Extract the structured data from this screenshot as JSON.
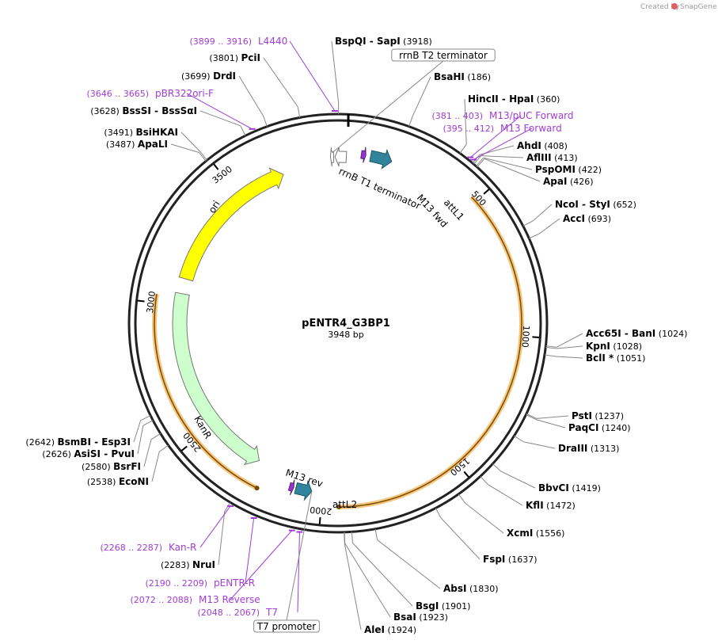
{
  "credit": {
    "text": "Created by",
    "brand": "SnapGene"
  },
  "plasmid": {
    "name": "pENTR4_G3BP1",
    "length_label": "3948 bp",
    "length": 3948
  },
  "ticks": [
    {
      "bp": 500,
      "label": "500"
    },
    {
      "bp": 1000,
      "label": "1000"
    },
    {
      "bp": 1500,
      "label": "1500"
    },
    {
      "bp": 2000,
      "label": "2000"
    },
    {
      "bp": 2500,
      "label": "2500"
    },
    {
      "bp": 3000,
      "label": "3000"
    },
    {
      "bp": 3500,
      "label": "3500"
    }
  ],
  "features": [
    {
      "name": "ori",
      "label": "ori",
      "start": 3107,
      "end": 3695,
      "direction": "cw",
      "color": "#ffff00",
      "stroke": "#777777"
    },
    {
      "name": "kanr",
      "label": "KanR",
      "start": 2270,
      "end": 3047,
      "direction": "ccw",
      "color": "#ccffcc",
      "stroke": "#777777"
    },
    {
      "name": "attl1",
      "label": "attL1",
      "start": 90,
      "end": 170,
      "direction": "cw",
      "color": "#31849b",
      "stroke": "#1d5866"
    },
    {
      "name": "attl2",
      "label": "attL2",
      "start": 2040,
      "end": 2100,
      "direction": "ccw",
      "color": "#31849b",
      "stroke": "#1d5866"
    },
    {
      "name": "m13-fwd",
      "label": "M13 fwd",
      "start": 55,
      "end": 72,
      "direction": "cw",
      "color": "#9933cc",
      "stroke": "#5d1f7c"
    },
    {
      "name": "m13-rev",
      "label": "M13 rev",
      "start": 2108,
      "end": 2124,
      "direction": "ccw",
      "color": "#9933cc",
      "stroke": "#5d1f7c"
    },
    {
      "name": "rrnb-t1",
      "label": "rrnB T1 terminator",
      "start": 3905,
      "end": 3948,
      "direction": "ccw",
      "color": "#ffffff",
      "stroke": "#777777"
    },
    {
      "name": "rrnb-t2",
      "label": "rrnB T2 terminator",
      "start": 3888,
      "end": 3900,
      "direction": "ccw",
      "color": "#ffffff",
      "stroke": "#777777"
    }
  ],
  "orf_arcs": [
    {
      "start": 480,
      "end": 1940,
      "direction": "cw"
    },
    {
      "start": 2230,
      "end": 3030,
      "direction": "ccw"
    }
  ],
  "right_sites": [
    {
      "name": "HincII",
      "name2": "HpaI",
      "pos": "(360)",
      "bp": 360
    },
    {
      "name": "AhdI",
      "name2": "",
      "pos": "(408)",
      "bp": 408
    },
    {
      "name": "AflIII",
      "name2": "",
      "pos": "(413)",
      "bp": 413
    },
    {
      "name": "PspOMI",
      "name2": "",
      "pos": "(422)",
      "bp": 422
    },
    {
      "name": "ApaI",
      "name2": "",
      "pos": "(426)",
      "bp": 426
    },
    {
      "name": "NcoI",
      "name2": "StyI",
      "pos": "(652)",
      "bp": 652
    },
    {
      "name": "AccI",
      "name2": "",
      "pos": "(693)",
      "bp": 693
    },
    {
      "name": "Acc65I",
      "name2": "BanI",
      "pos": "(1024)",
      "bp": 1024
    },
    {
      "name": "KpnI",
      "name2": "",
      "pos": "(1028)",
      "bp": 1028
    },
    {
      "name": "BclI *",
      "name2": "",
      "pos": "(1051)",
      "bp": 1051
    },
    {
      "name": "PstI",
      "name2": "",
      "pos": "(1237)",
      "bp": 1237
    },
    {
      "name": "PaqCI",
      "name2": "",
      "pos": "(1240)",
      "bp": 1240
    },
    {
      "name": "DraIII",
      "name2": "",
      "pos": "(1313)",
      "bp": 1313
    },
    {
      "name": "BbvCI",
      "name2": "",
      "pos": "(1419)",
      "bp": 1419
    },
    {
      "name": "KflI",
      "name2": "",
      "pos": "(1472)",
      "bp": 1472
    },
    {
      "name": "XcmI",
      "name2": "",
      "pos": "(1556)",
      "bp": 1556
    },
    {
      "name": "FspI",
      "name2": "",
      "pos": "(1637)",
      "bp": 1637
    },
    {
      "name": "AbsI",
      "name2": "",
      "pos": "(1830)",
      "bp": 1830
    },
    {
      "name": "BsgI",
      "name2": "",
      "pos": "(1901)",
      "bp": 1901
    },
    {
      "name": "BsaI",
      "name2": "",
      "pos": "(1923)",
      "bp": 1923
    },
    {
      "name": "AleI",
      "name2": "",
      "pos": "(1924)",
      "bp": 1924
    }
  ],
  "left_sites": [
    {
      "name": "NruI",
      "name2": "",
      "pos": "(2283)",
      "bp": 2283
    },
    {
      "name": "EcoNI",
      "name2": "",
      "pos": "(2538)",
      "bp": 2538
    },
    {
      "name": "BsrFI",
      "name2": "",
      "pos": "(2580)",
      "bp": 2580
    },
    {
      "name": "AsiSI",
      "name2": "PvuI",
      "pos": "(2626)",
      "bp": 2626
    },
    {
      "name": "BsmBI",
      "name2": "Esp3I",
      "pos": "(2642)",
      "bp": 2642
    },
    {
      "name": "ApaLI",
      "name2": "",
      "pos": "(3487)",
      "bp": 3487
    },
    {
      "name": "BsiHKAI",
      "name2": "",
      "pos": "(3491)",
      "bp": 3491
    },
    {
      "name": "BssSI",
      "name2": "BssSαI",
      "pos": "(3628)",
      "bp": 3628
    },
    {
      "name": "DrdI",
      "name2": "",
      "pos": "(3699)",
      "bp": 3699
    },
    {
      "name": "PciI",
      "name2": "",
      "pos": "(3801)",
      "bp": 3801
    }
  ],
  "top_sites": [
    {
      "name": "BspQI",
      "name2": "SapI",
      "pos": "(3918)",
      "bp": 3918
    },
    {
      "name": "BsaHI",
      "name2": "",
      "pos": "(186)",
      "bp": 186
    }
  ],
  "primers": [
    {
      "name": "L4440",
      "pos": "(3899 .. 3916)",
      "bp": 3907
    },
    {
      "name": "pBR322ori-F",
      "pos": "(3646 .. 3665)",
      "bp": 3655
    },
    {
      "name": "M13/pUC Forward",
      "pos": "(381 .. 403)",
      "bp": 392
    },
    {
      "name": "M13 Forward",
      "pos": "(395 .. 412)",
      "bp": 403
    },
    {
      "name": "Kan-R",
      "pos": "(2268 .. 2287)",
      "bp": 2277
    },
    {
      "name": "pENTR-R",
      "pos": "(2190 .. 2209)",
      "bp": 2199
    },
    {
      "name": "M13 Reverse",
      "pos": "(2072 .. 2088)",
      "bp": 2080
    },
    {
      "name": "T7",
      "pos": "(2048 .. 2067)",
      "bp": 2057
    }
  ],
  "boxed_features": [
    {
      "name": "rrnB T2 terminator",
      "bp": 3894
    },
    {
      "name": "T7 promoter",
      "bp": 2040
    }
  ]
}
